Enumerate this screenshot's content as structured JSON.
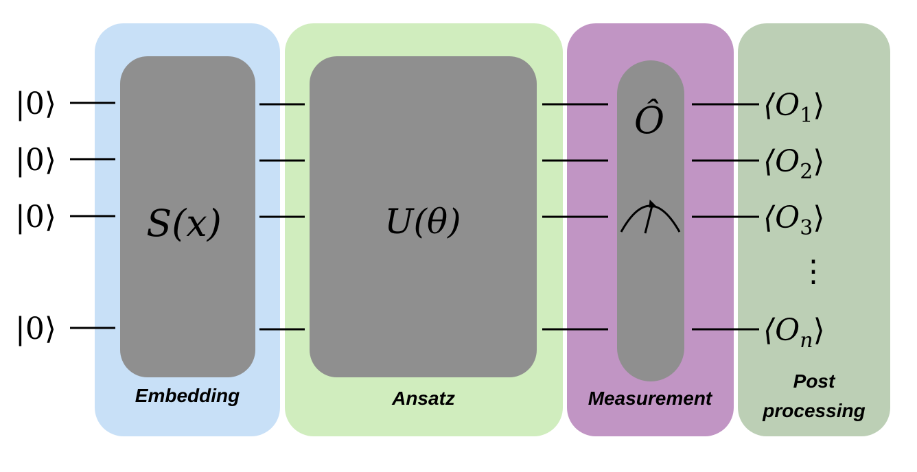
{
  "inputs": [
    "|0⟩",
    "|0⟩",
    "|0⟩",
    "|0⟩"
  ],
  "stages": {
    "embedding": {
      "label": "Embedding",
      "gate": "S(x)",
      "color": "#c8e0f7"
    },
    "ansatz": {
      "label": "Ansatz",
      "gate": "U(θ)",
      "color": "#d0edbe"
    },
    "measurement": {
      "label": "Measurement",
      "operator": "Ô",
      "color": "#c195c4"
    },
    "postprocessing": {
      "label_line1": "Post",
      "label_line2": "processing",
      "color": "#bccfb5"
    }
  },
  "outputs": [
    {
      "base": "⟨O",
      "sub": "1",
      "close": "⟩"
    },
    {
      "base": "⟨O",
      "sub": "2",
      "close": "⟩"
    },
    {
      "base": "⟨O",
      "sub": "3",
      "close": "⟩"
    },
    {
      "base": "⟨O",
      "sub": "n",
      "close": "⟩"
    }
  ],
  "ellipsis": "⋮",
  "gate_color": "#8f8f8f"
}
